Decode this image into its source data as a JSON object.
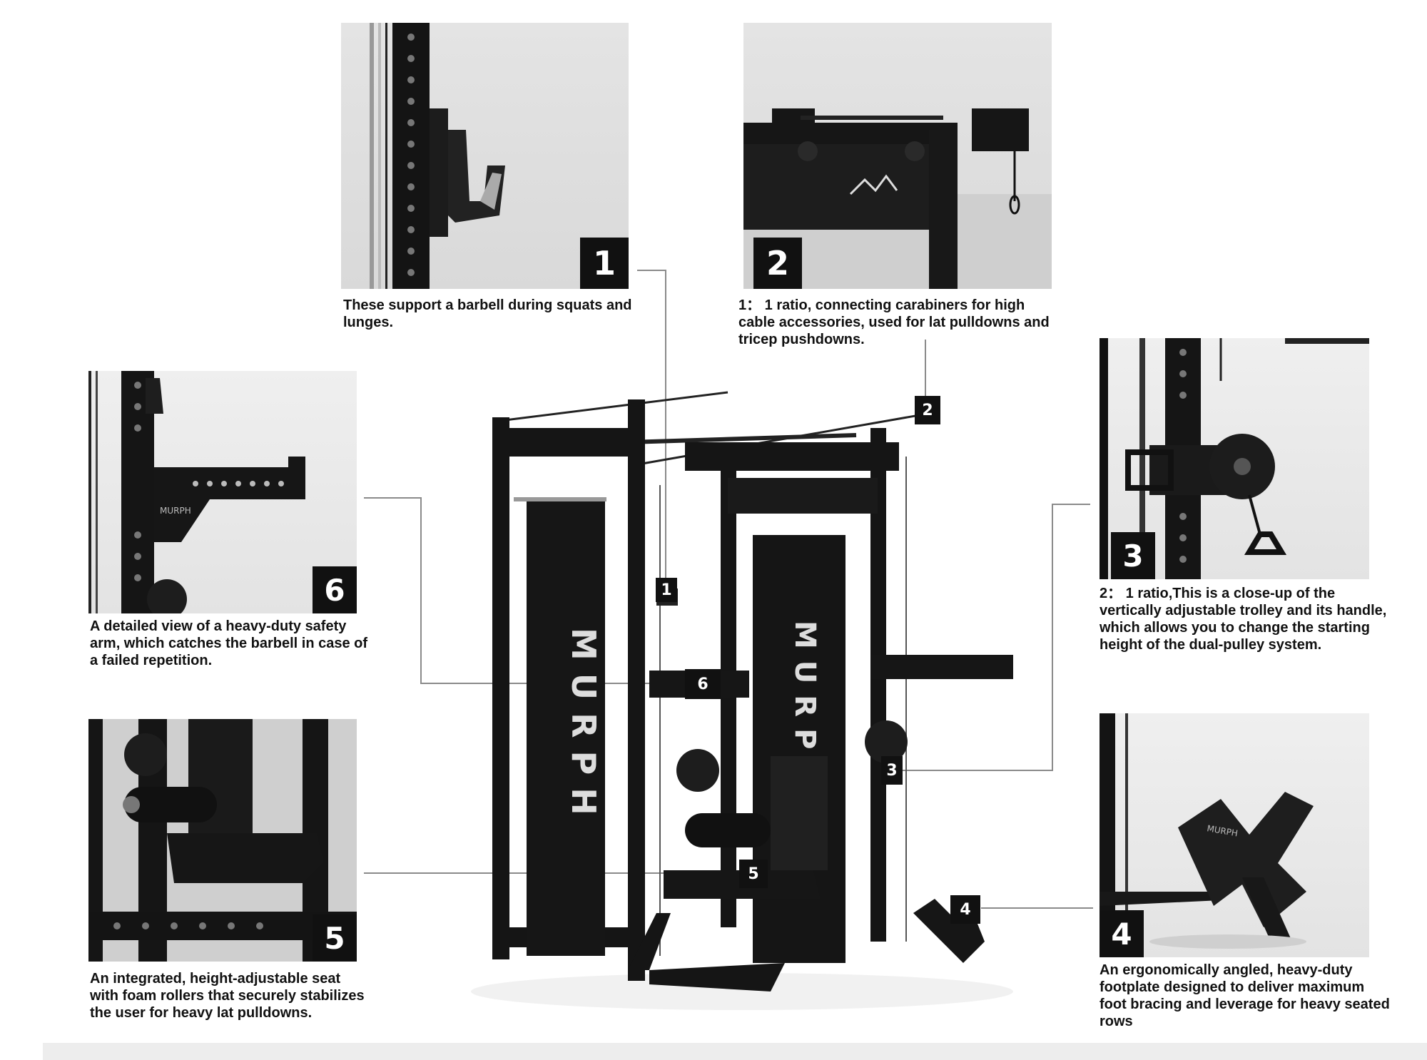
{
  "callouts": [
    {
      "number": "1",
      "caption": "These support a barbell during squats and lunges."
    },
    {
      "number": "2",
      "caption": "1： 1 ratio, connecting carabiners for high cable accessories, used for lat pulldowns and tricep pushdowns."
    },
    {
      "number": "3",
      "caption": "2： 1 ratio,This is a close-up of the vertically adjustable trolley and its handle, which allows you to change the starting height of the dual-pulley system."
    },
    {
      "number": "4",
      "caption": "An ergonomically angled, heavy-duty footplate designed to deliver maximum foot bracing and leverage for heavy seated rows"
    },
    {
      "number": "5",
      "caption": "An integrated, height-adjustable seat with foam rollers that securely stabilizes the user for heavy lat pulldowns."
    },
    {
      "number": "6",
      "caption": "A detailed view of a heavy-duty safety arm, which catches the barbell in case of a failed repetition."
    }
  ],
  "product": {
    "brand_mark": "MURPH",
    "brand_mark_small": "MURPH"
  },
  "colors": {
    "frame": "#111111",
    "background": "#ffffff",
    "line": "#8a8a8a",
    "photo_bg": "#dedede"
  }
}
